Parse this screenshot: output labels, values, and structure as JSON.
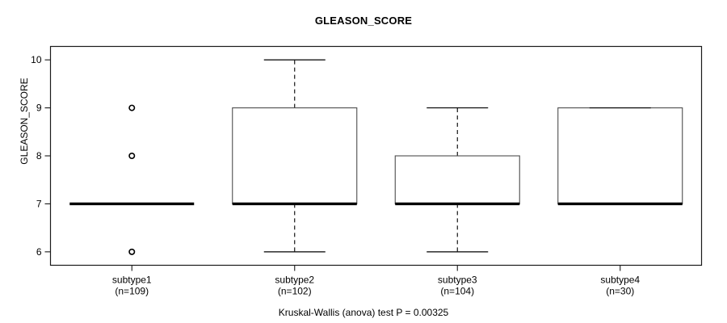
{
  "chart_data": {
    "type": "box",
    "title": "GLEASON_SCORE",
    "subtitle": "Kruskal-Wallis (anova) test P = 0.00325",
    "xlabel": "",
    "ylabel": "GLEASON_SCORE",
    "ylim": [
      5.72,
      10.28
    ],
    "yticks": [
      6,
      7,
      8,
      9,
      10
    ],
    "ytick_labels": [
      "6",
      "7",
      "8",
      "9",
      "10"
    ],
    "grid": false,
    "legend": null,
    "categories": [
      "subtype1",
      "subtype2",
      "subtype3",
      "subtype4"
    ],
    "counts": [
      109,
      102,
      104,
      30
    ],
    "category_labels": [
      {
        "name": "subtype1",
        "n": "(n=109)"
      },
      {
        "name": "subtype2",
        "n": "(n=102)"
      },
      {
        "name": "subtype3",
        "n": "(n=104)"
      },
      {
        "name": "subtype4",
        "n": "(n=30)"
      }
    ],
    "boxes": [
      {
        "label": "subtype1",
        "lower_whisker": 7,
        "q1": 7,
        "median": 7,
        "q3": 7,
        "upper_whisker": 7,
        "outliers": [
          9,
          8,
          6
        ]
      },
      {
        "label": "subtype2",
        "lower_whisker": 6,
        "q1": 7,
        "median": 7,
        "q3": 9,
        "upper_whisker": 10,
        "outliers": []
      },
      {
        "label": "subtype3",
        "lower_whisker": 6,
        "q1": 7,
        "median": 7,
        "q3": 8,
        "upper_whisker": 9,
        "outliers": []
      },
      {
        "label": "subtype4",
        "lower_whisker": 7,
        "q1": 7,
        "median": 7,
        "q3": 9,
        "upper_whisker": 9,
        "outliers": []
      }
    ],
    "colors": {
      "box_fill": "#ffffff",
      "box_stroke": "#4d4d4d",
      "median": "#000000",
      "whisker": "#000000",
      "frame": "#1a1a1a",
      "background": "#ffffff"
    }
  }
}
